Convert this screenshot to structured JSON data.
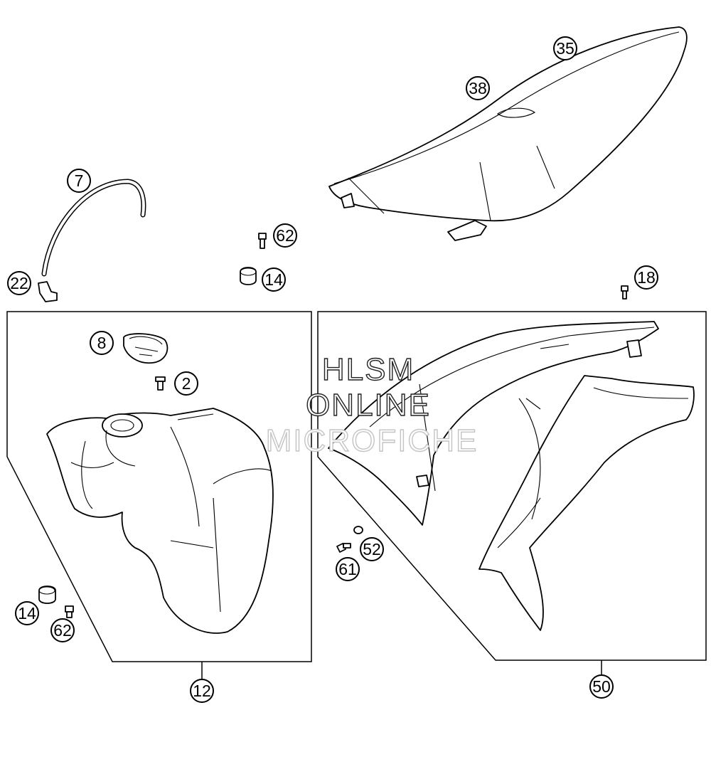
{
  "watermark": {
    "line1": "HLSM",
    "line2": "ONLINE",
    "line3": "MICROFICHE"
  },
  "callouts": {
    "seat": "35",
    "seat_patch": "38",
    "vent_hose": "7",
    "hose_fitting": "22",
    "bolt_top": "62",
    "bushing_top": "14",
    "bolt_shroud": "18",
    "fuel_cap": "8",
    "cap_screw": "2",
    "bushing_bottom": "14",
    "bolt_bottom": "62",
    "fuel_tank_assembly": "12",
    "shroud_screw": "61",
    "shroud_washer": "52",
    "spoiler_assembly": "50"
  }
}
